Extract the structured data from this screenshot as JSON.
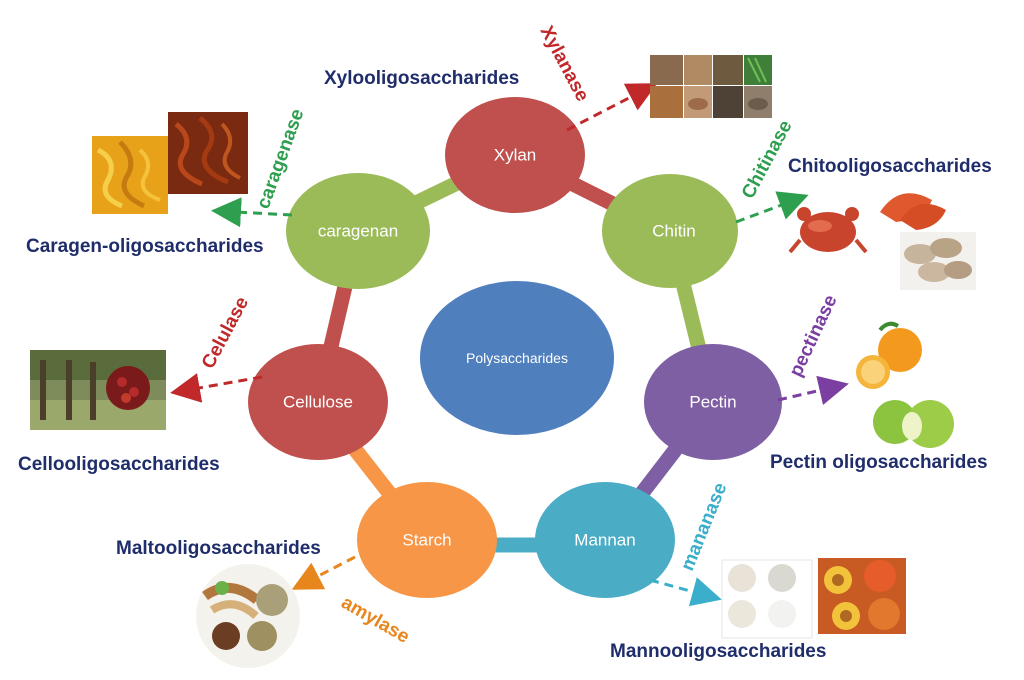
{
  "diagram": {
    "center": {
      "label": "Polysaccharides",
      "color": "#4f7fbd"
    },
    "ring_segment_colors": {
      "xylan_chitin": "#c0504d",
      "chitin_pectin": "#9bbb59",
      "pectin_mannan": "#7f5fa3",
      "mannan_starch": "#4bacc6",
      "starch_cellulose": "#f79646",
      "cellulose_caragenan": "#c0504d",
      "caragenan_xylan": "#9bbb59"
    },
    "nodes": [
      {
        "id": "xylan",
        "label": "Xylan",
        "color": "#c0504d",
        "enzyme": "Xylanase",
        "enzyme_color": "#c0282a",
        "product": "Xylooligosaccharides",
        "image": "wood-biomass-photos"
      },
      {
        "id": "chitin",
        "label": "Chitin",
        "color": "#9bbb59",
        "enzyme": "Chitinase",
        "enzyme_color": "#2e9e4f",
        "product": "Chitooligosaccharides",
        "image": "crab-shrimp-mushroom-photos"
      },
      {
        "id": "pectin",
        "label": "Pectin",
        "color": "#7f5fa3",
        "enzyme": "pectinase",
        "enzyme_color": "#7a3fa0",
        "product": "Pectin oligosaccharides",
        "image": "orange-apple-photos"
      },
      {
        "id": "mannan",
        "label": "Mannan",
        "color": "#4bacc6",
        "enzyme": "mananase",
        "enzyme_color": "#3aaecb",
        "product": "Mannooligosaccharides",
        "image": "mannan-powder-palm-fruit-photos"
      },
      {
        "id": "starch",
        "label": "Starch",
        "color": "#f79646",
        "enzyme": "amylase",
        "enzyme_color": "#e8861e",
        "product": "Maltooligosaccharides",
        "image": "cassava-grain-photos"
      },
      {
        "id": "cellulose",
        "label": "Cellulose",
        "color": "#c0504d",
        "enzyme": "Celulase",
        "enzyme_color": "#c0282a",
        "product": "Cellooligosaccharides",
        "image": "oil-palm-plantation-photo"
      },
      {
        "id": "caragenan",
        "label": "caragenan",
        "color": "#9bbb59",
        "enzyme": "caragenase",
        "enzyme_color": "#2e9e4f",
        "product": "Caragen-oligosaccharides",
        "image": "seaweed-photos"
      }
    ]
  }
}
